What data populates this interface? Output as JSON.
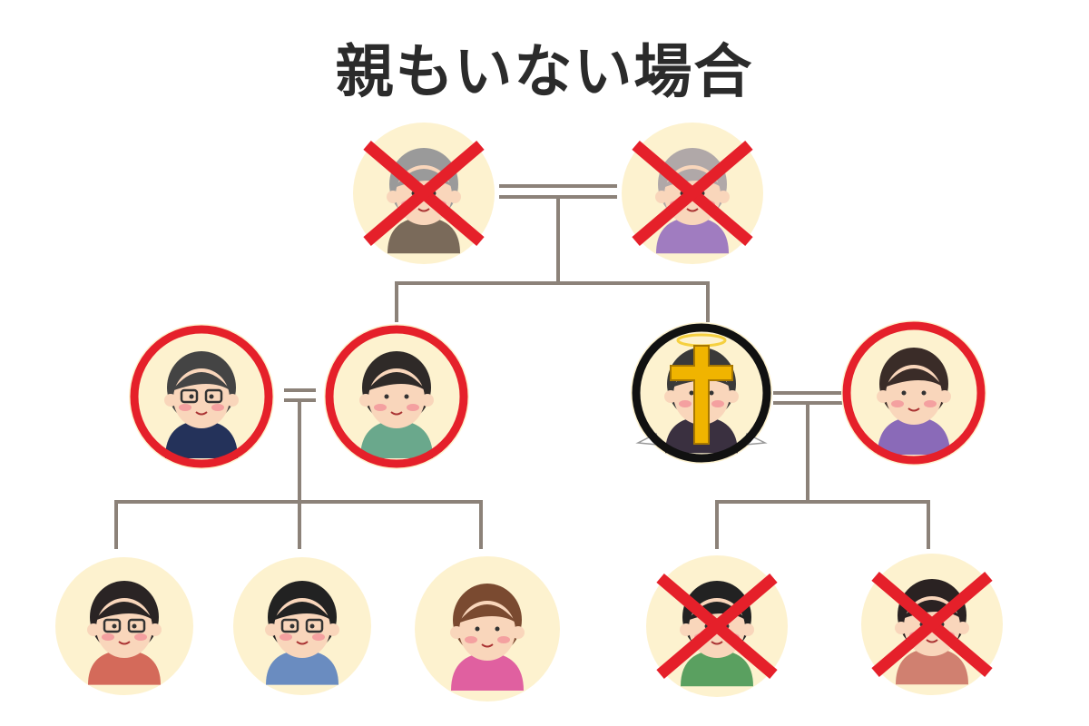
{
  "title": "親もいない場合",
  "colors": {
    "line": "#8c8279",
    "circle_bg": "#fdf2cf",
    "mark_red": "#e5202a",
    "deceased_ring": "#111111",
    "cross_gold": "#f0b400",
    "skin": "#f9d6bb"
  },
  "people": [
    {
      "id": "grandfather",
      "generation": 1,
      "status": "crossed-out",
      "hair": "#9a9a9a",
      "shirt": "#7a6a5a"
    },
    {
      "id": "grandmother",
      "generation": 1,
      "status": "crossed-out",
      "hair": "#b0a8a8",
      "shirt": "#a07cc0"
    },
    {
      "id": "father-in-law",
      "generation": 2,
      "status": "red-ring",
      "hair": "#444444",
      "shirt": "#24325a",
      "glasses": true
    },
    {
      "id": "mother",
      "generation": 2,
      "status": "red-ring",
      "hair": "#2f2a28",
      "shirt": "#6aa88c"
    },
    {
      "id": "deceased-uncle",
      "generation": 2,
      "status": "deceased",
      "hair": "#3a3a3a",
      "shirt": "#3a3040"
    },
    {
      "id": "aunt",
      "generation": 2,
      "status": "red-ring",
      "hair": "#3a2c28",
      "shirt": "#8a6ab8"
    },
    {
      "id": "child-1",
      "generation": 3,
      "status": "normal",
      "hair": "#2a2424",
      "shirt": "#d46a5a",
      "glasses": true
    },
    {
      "id": "child-2",
      "generation": 3,
      "status": "normal",
      "hair": "#222222",
      "shirt": "#6a8cc0",
      "glasses": true
    },
    {
      "id": "child-3",
      "generation": 3,
      "status": "normal",
      "hair": "#7a4a30",
      "shirt": "#e060a0"
    },
    {
      "id": "cousin-1",
      "generation": 3,
      "status": "crossed-out",
      "hair": "#222222",
      "shirt": "#5aa060"
    },
    {
      "id": "cousin-2",
      "generation": 3,
      "status": "crossed-out",
      "hair": "#2a2222",
      "shirt": "#d08070"
    }
  ]
}
